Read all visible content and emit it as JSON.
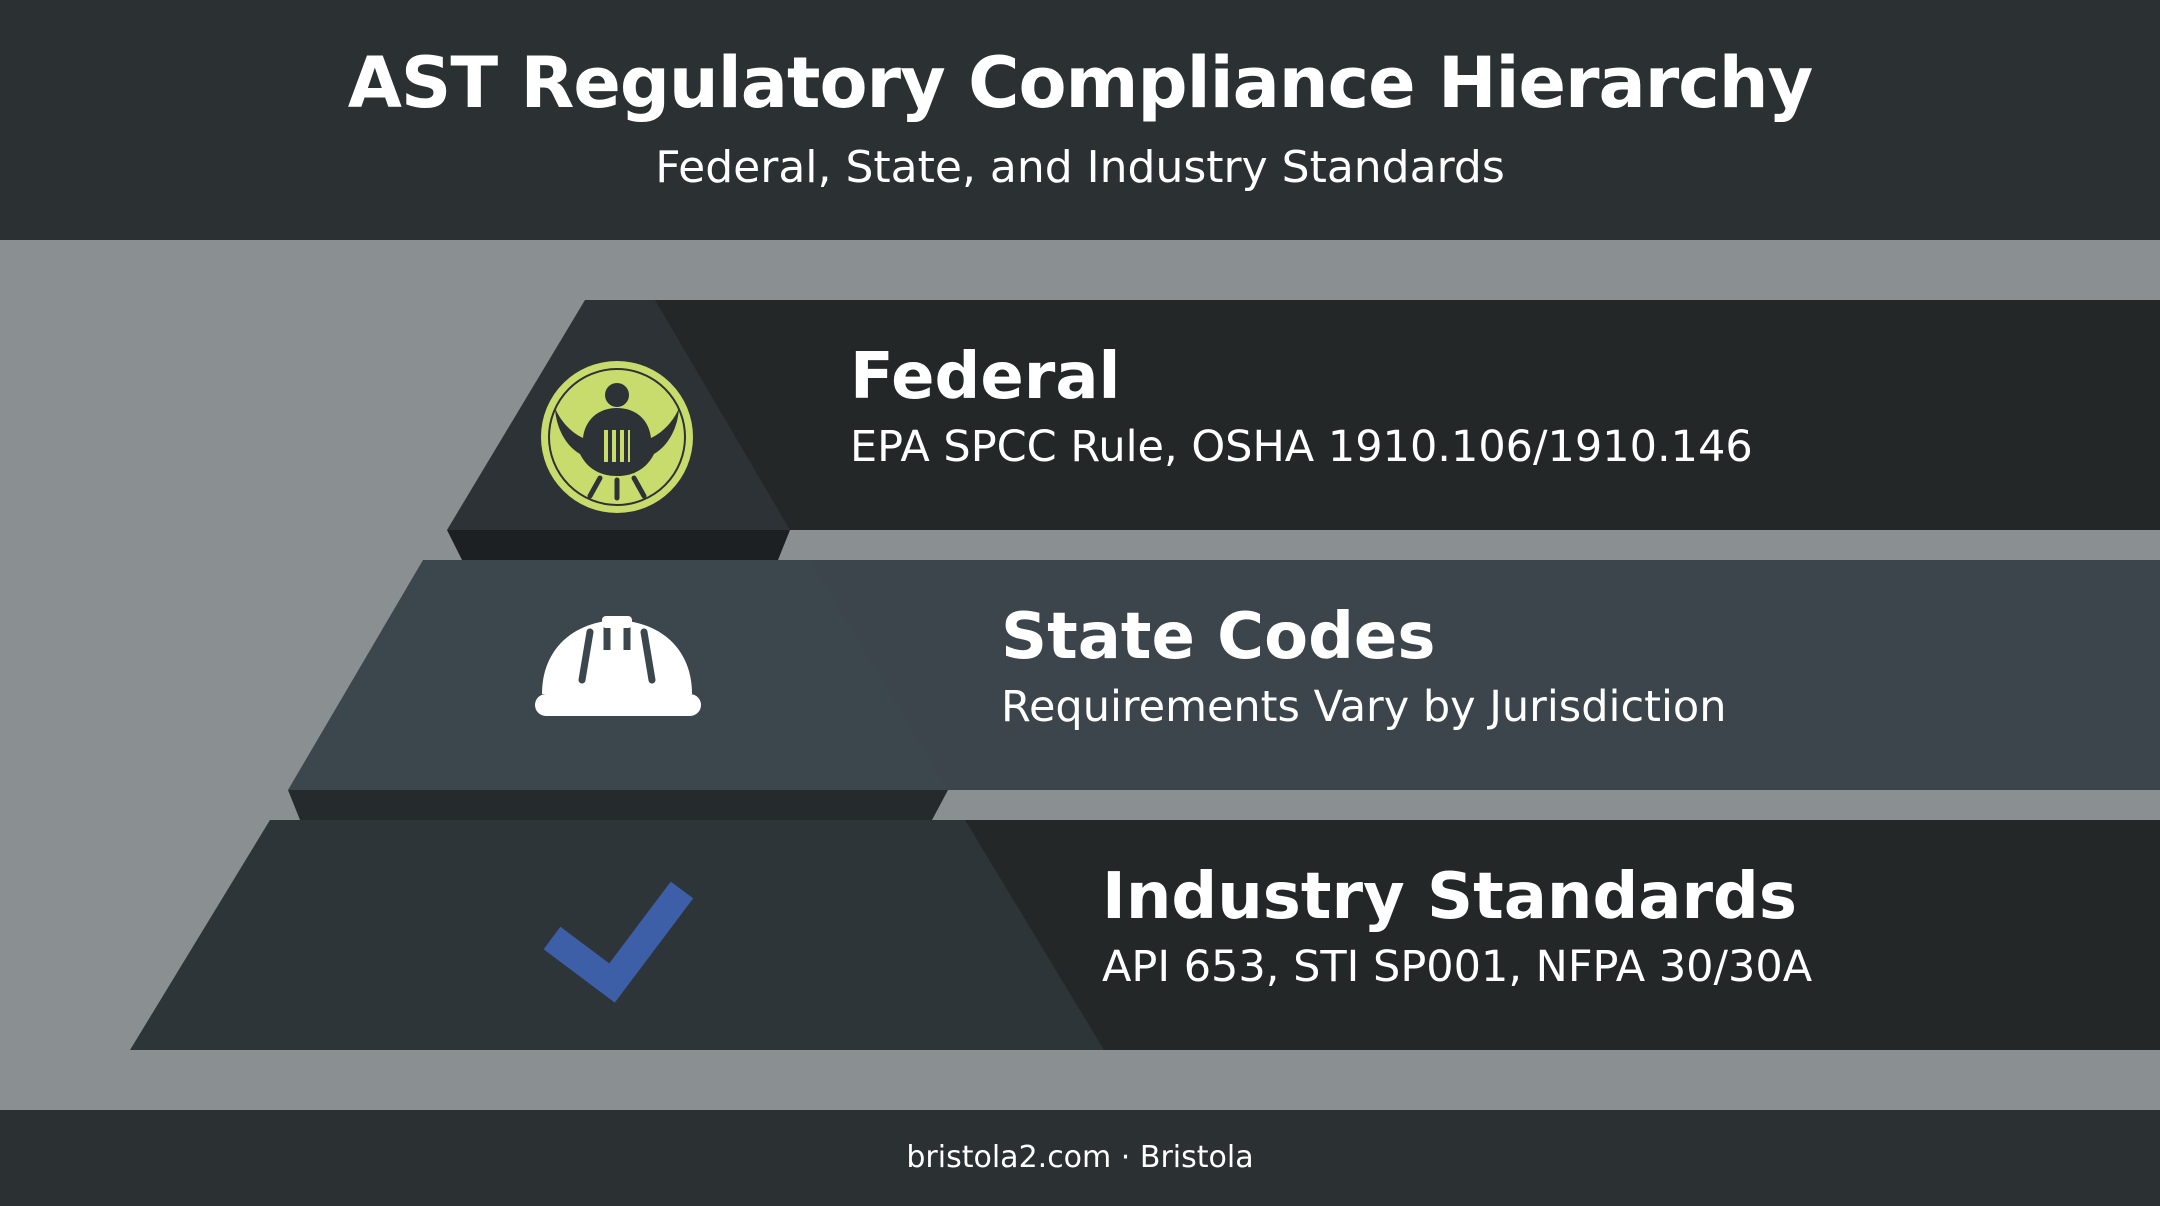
{
  "header": {
    "title": "AST Regulatory Compliance Hierarchy",
    "subtitle": "Federal, State, and Industry Standards"
  },
  "tiers": [
    {
      "title": "Federal",
      "description": "EPA SPCC Rule, OSHA 1910.106/1910.146",
      "icon": "federal-seal-icon",
      "accent": "#c8dc6e"
    },
    {
      "title": "State Codes",
      "description": "Requirements Vary by Jurisdiction",
      "icon": "hard-hat-icon"
    },
    {
      "title": "Industry Standards",
      "description": "API 653, STI SP001, NFPA 30/30A",
      "icon": "checkmark-icon",
      "accent": "#3c5fa8"
    }
  ],
  "footer": {
    "text": "bristola2.com · Bristola"
  },
  "colors": {
    "header_bg": "#2b3033",
    "band_bg": "#8a8f91",
    "tier_dark": "#232728",
    "tier_mid": "#3b454b",
    "pyramid_top": "#2c3235",
    "pyramid_mid": "#3c474d",
    "pyramid_bottom": "#2e3538"
  }
}
